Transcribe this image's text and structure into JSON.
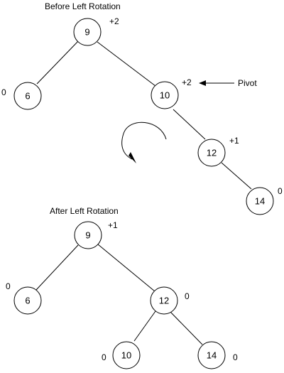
{
  "before": {
    "title": "Before Left Rotation",
    "nodes": [
      {
        "id": "b9",
        "label": "9",
        "balance": "+2"
      },
      {
        "id": "b6",
        "label": "6",
        "balance": "0"
      },
      {
        "id": "b10",
        "label": "10",
        "balance": "+2"
      },
      {
        "id": "b12",
        "label": "12",
        "balance": "+1"
      },
      {
        "id": "b14",
        "label": "14",
        "balance": "0"
      }
    ],
    "pointer_label": "Pivot"
  },
  "after": {
    "title": "After Left Rotation",
    "nodes": [
      {
        "id": "a9",
        "label": "9",
        "balance": "+1"
      },
      {
        "id": "a6",
        "label": "6",
        "balance": "0"
      },
      {
        "id": "a12",
        "label": "12",
        "balance": "0"
      },
      {
        "id": "a10",
        "label": "10",
        "balance": "0"
      },
      {
        "id": "a14",
        "label": "14",
        "balance": "0"
      }
    ]
  }
}
